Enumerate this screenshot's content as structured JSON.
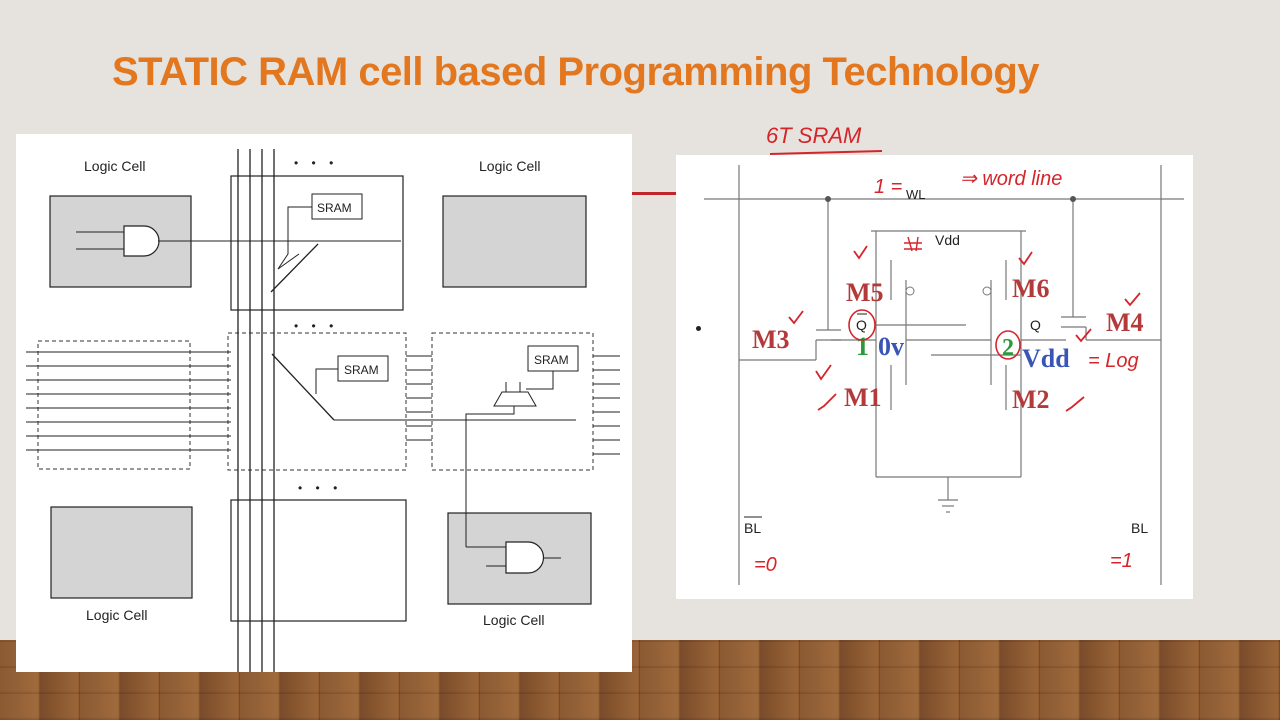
{
  "slide": {
    "title": "STATIC RAM cell based Programming Technology"
  },
  "left_diagram": {
    "logic_cell_label": "Logic Cell",
    "sram_label": "SRAM",
    "dots": "• • •"
  },
  "right_diagram": {
    "annotation_title": "6T SRAM",
    "wl_prefix": "1 =",
    "wl_label": "WL",
    "wl_note": "⇒ word line",
    "vdd_label": "Vdd",
    "transistors": [
      "M5",
      "M6",
      "M3",
      "M4",
      "M1",
      "M2"
    ],
    "q_bar_label": "Q",
    "q_label": "Q",
    "node1_number": "1",
    "node1_voltage": "0v",
    "node2_number": "2",
    "node2_voltage": "Vdd",
    "node2_note": "= Log",
    "bl_bar_label": "BL",
    "bl_label": "BL",
    "bl_bar_value": "=0",
    "bl_value": "=1"
  },
  "colors": {
    "title": "#e2771f",
    "transistor_labels": "#b33a3a",
    "handwriting": "#d4252b",
    "node1": "#2a9a3b",
    "node_voltage": "#3b55b5",
    "cell_fill": "#d4d4d4"
  }
}
